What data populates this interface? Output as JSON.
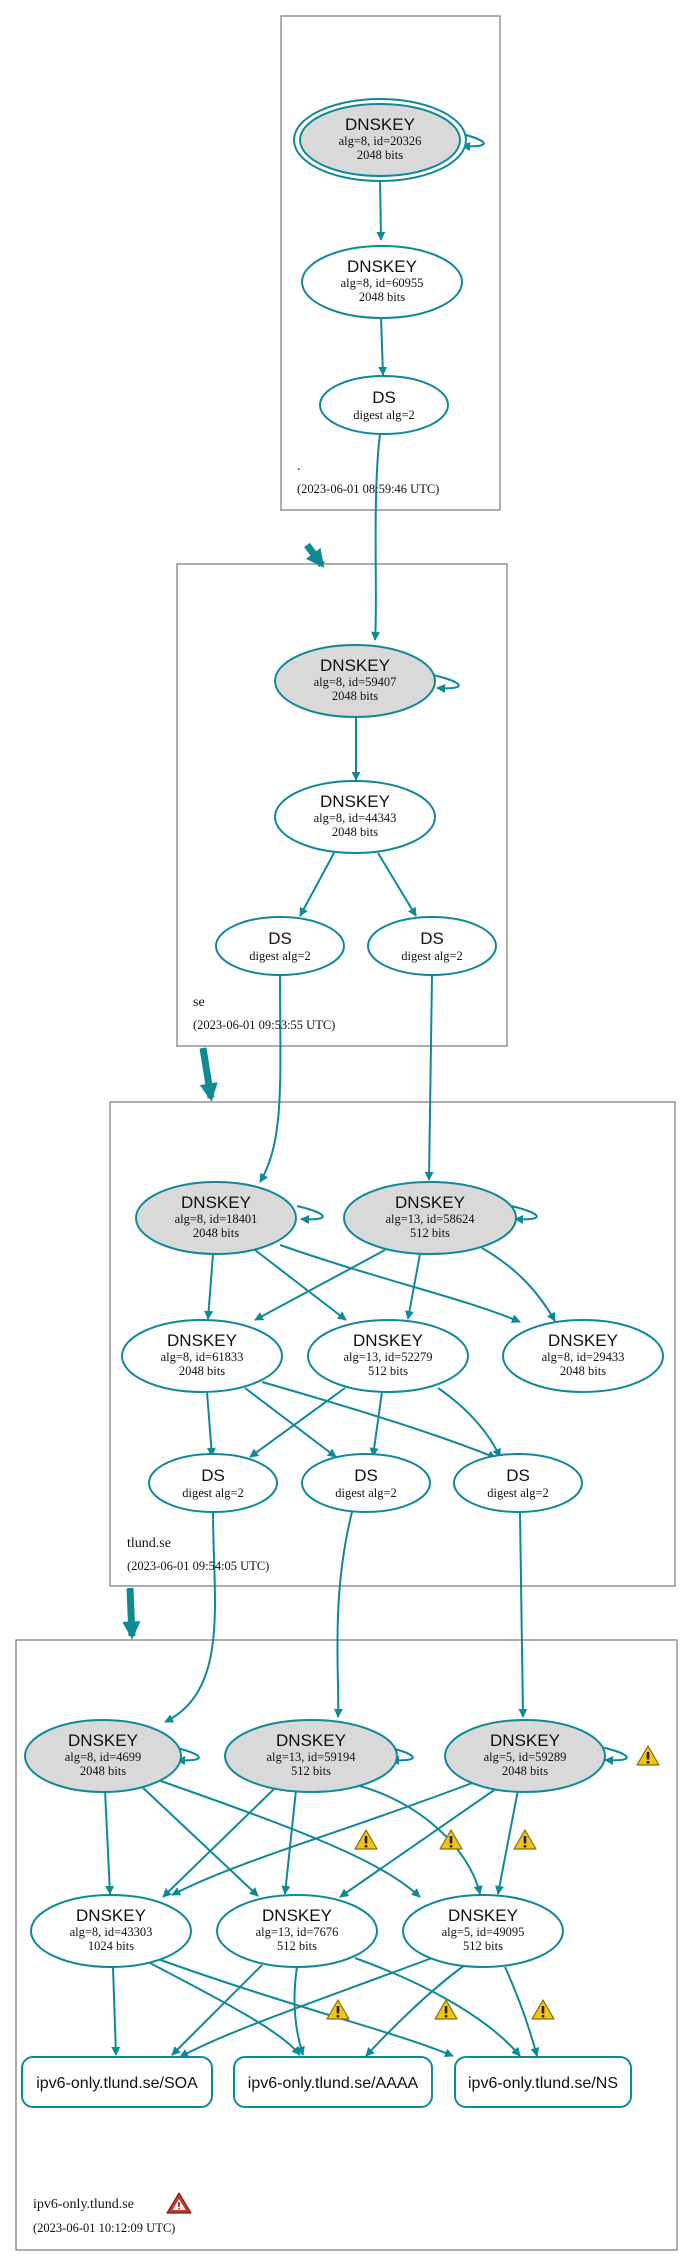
{
  "colors": {
    "edge": "#0e8a96",
    "ksk_fill": "#d9d9d9",
    "zsk_fill": "#ffffff",
    "warning": "#f2c417",
    "error": "#c0392b",
    "zone_border": "#777777"
  },
  "zones": {
    "root": {
      "name": ".",
      "timestamp": "(2023-06-01 08:59:46 UTC)",
      "nodes": {
        "ksk": {
          "title": "DNSKEY",
          "line1": "alg=8, id=20326",
          "line2": "2048 bits"
        },
        "zsk": {
          "title": "DNSKEY",
          "line1": "alg=8, id=60955",
          "line2": "2048 bits"
        },
        "ds": {
          "title": "DS",
          "line1": "digest alg=2"
        }
      }
    },
    "se": {
      "name": "se",
      "timestamp": "(2023-06-01 09:53:55 UTC)",
      "nodes": {
        "ksk": {
          "title": "DNSKEY",
          "line1": "alg=8, id=59407",
          "line2": "2048 bits"
        },
        "zsk": {
          "title": "DNSKEY",
          "line1": "alg=8, id=44343",
          "line2": "2048 bits"
        },
        "ds1": {
          "title": "DS",
          "line1": "digest alg=2"
        },
        "ds2": {
          "title": "DS",
          "line1": "digest alg=2"
        }
      }
    },
    "tlund": {
      "name": "tlund.se",
      "timestamp": "(2023-06-01 09:54:05 UTC)",
      "nodes": {
        "ksk1": {
          "title": "DNSKEY",
          "line1": "alg=8, id=18401",
          "line2": "2048 bits"
        },
        "ksk2": {
          "title": "DNSKEY",
          "line1": "alg=13, id=58624",
          "line2": "512 bits"
        },
        "zsk1": {
          "title": "DNSKEY",
          "line1": "alg=8, id=61833",
          "line2": "2048 bits"
        },
        "zsk2": {
          "title": "DNSKEY",
          "line1": "alg=13, id=52279",
          "line2": "512 bits"
        },
        "zsk3": {
          "title": "DNSKEY",
          "line1": "alg=8, id=29433",
          "line2": "2048 bits"
        },
        "ds1": {
          "title": "DS",
          "line1": "digest alg=2"
        },
        "ds2": {
          "title": "DS",
          "line1": "digest alg=2"
        },
        "ds3": {
          "title": "DS",
          "line1": "digest alg=2"
        }
      }
    },
    "ipv6": {
      "name": "ipv6-only.tlund.se",
      "timestamp": "(2023-06-01 10:12:09 UTC)",
      "nodes": {
        "ksk1": {
          "title": "DNSKEY",
          "line1": "alg=8, id=4699",
          "line2": "2048 bits"
        },
        "ksk2": {
          "title": "DNSKEY",
          "line1": "alg=13, id=59194",
          "line2": "512 bits"
        },
        "ksk3": {
          "title": "DNSKEY",
          "line1": "alg=5, id=59289",
          "line2": "2048 bits"
        },
        "zsk1": {
          "title": "DNSKEY",
          "line1": "alg=8, id=43303",
          "line2": "1024 bits"
        },
        "zsk2": {
          "title": "DNSKEY",
          "line1": "alg=13, id=7676",
          "line2": "512 bits"
        },
        "zsk3": {
          "title": "DNSKEY",
          "line1": "alg=5, id=49095",
          "line2": "512 bits"
        }
      },
      "rrsets": {
        "soa": "ipv6-only.tlund.se/SOA",
        "aaaa": "ipv6-only.tlund.se/AAAA",
        "ns": "ipv6-only.tlund.se/NS"
      }
    }
  },
  "icons": {
    "warning": "warning-icon",
    "error": "error-icon"
  }
}
